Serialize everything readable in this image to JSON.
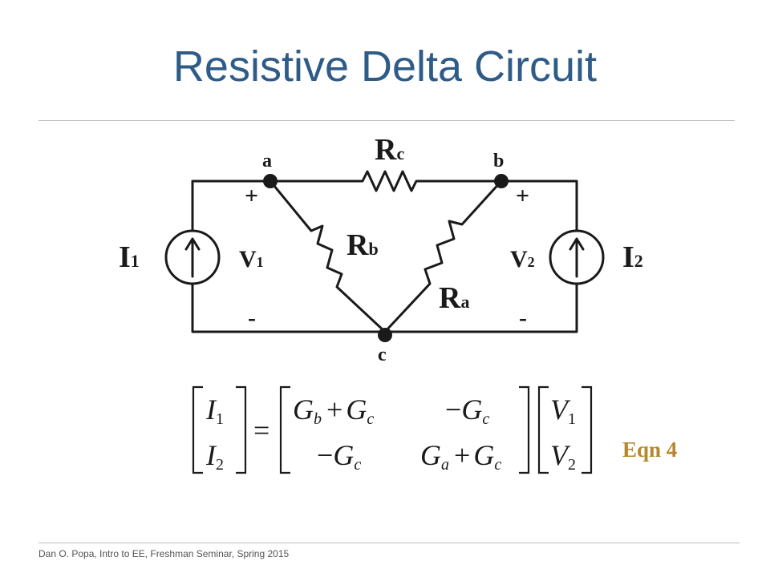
{
  "slide": {
    "title": "Resistive Delta Circuit",
    "footer": "Dan O. Popa, Intro to EE, Freshman Seminar, Spring 2015"
  },
  "circuit": {
    "node_a": "a",
    "node_b": "b",
    "node_c": "c",
    "R_c": {
      "base": "R",
      "sub": "c"
    },
    "R_b": {
      "base": "R",
      "sub": "b"
    },
    "R_a": {
      "base": "R",
      "sub": "a"
    },
    "I_1": {
      "base": "I",
      "sub": "1"
    },
    "I_2": {
      "base": "I",
      "sub": "2"
    },
    "V_1": {
      "base": "V",
      "sub": "1"
    },
    "V_2": {
      "base": "V",
      "sub": "2"
    },
    "plus": "+",
    "minus": "-"
  },
  "equation": {
    "lhs": [
      {
        "base": "I",
        "sub": "1"
      },
      {
        "base": "I",
        "sub": "2"
      }
    ],
    "equals": "=",
    "m11": {
      "t1": "G",
      "s1": "b",
      "op": "+",
      "t2": "G",
      "s2": "c"
    },
    "m12": {
      "neg": "−",
      "t1": "G",
      "s1": "c"
    },
    "m21": {
      "neg": "−",
      "t1": "G",
      "s1": "c"
    },
    "m22": {
      "t1": "G",
      "s1": "a",
      "op": "+",
      "t2": "G",
      "s2": "c"
    },
    "rhs": [
      {
        "base": "V",
        "sub": "1"
      },
      {
        "base": "V",
        "sub": "2"
      }
    ],
    "label": "Eqn 4",
    "label_color": "#b8862b"
  },
  "colors": {
    "title": "#2e5b88",
    "wire": "#1a1a1a"
  }
}
